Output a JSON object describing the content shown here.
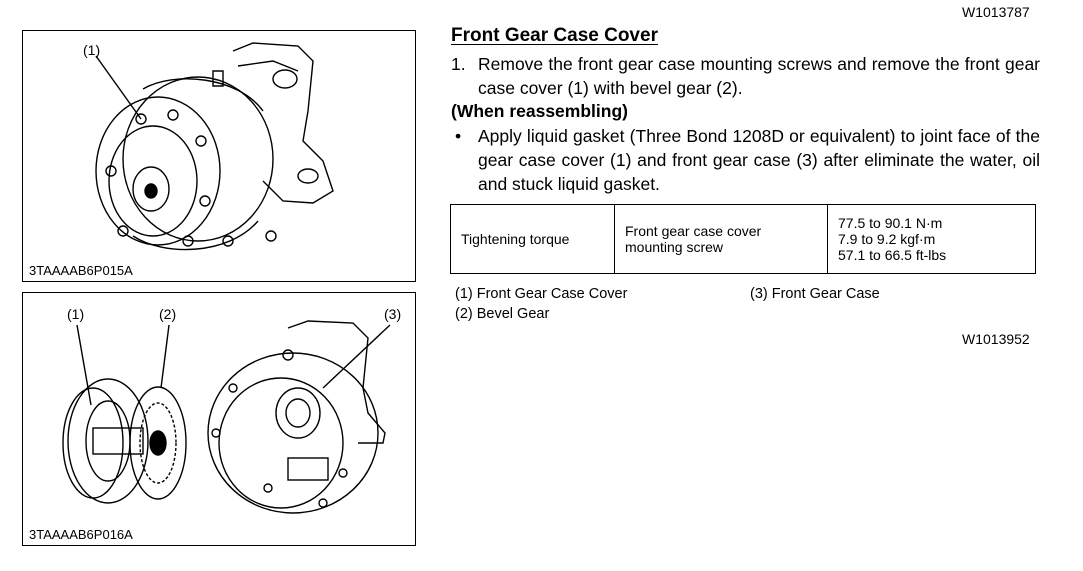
{
  "doc_ids": {
    "top": "W1013787",
    "bottom": "W1013952"
  },
  "figure1": {
    "code": "3TAAAAB6P015A",
    "callout_1": "(1)"
  },
  "figure2": {
    "code": "3TAAAAB6P016A",
    "callout_1": "(1)",
    "callout_2": "(2)",
    "callout_3": "(3)"
  },
  "section": {
    "title": "Front Gear Case Cover",
    "step_number": "1.",
    "step_text": "Remove the front gear case mounting screws and remove the front gear case cover (1) with bevel gear (2).",
    "reassembly_heading": "(When reassembling)",
    "bullet_marker": "•",
    "bullet_text": "Apply liquid gasket (Three Bond 1208D or equivalent) to joint face of the gear case cover (1) and front gear case (3) after eliminate the water, oil and stuck liquid gasket."
  },
  "torque_table": {
    "label": "Tightening torque",
    "item": "Front gear case cover mounting screw",
    "values": [
      "77.5 to 90.1 N·m",
      "7.9 to 9.2 kgf·m",
      "57.1 to 66.5 ft-lbs"
    ]
  },
  "legend": [
    {
      "text": "(1) Front Gear Case Cover"
    },
    {
      "text": "(2) Bevel Gear"
    },
    {
      "text": "(3) Front Gear Case"
    }
  ]
}
